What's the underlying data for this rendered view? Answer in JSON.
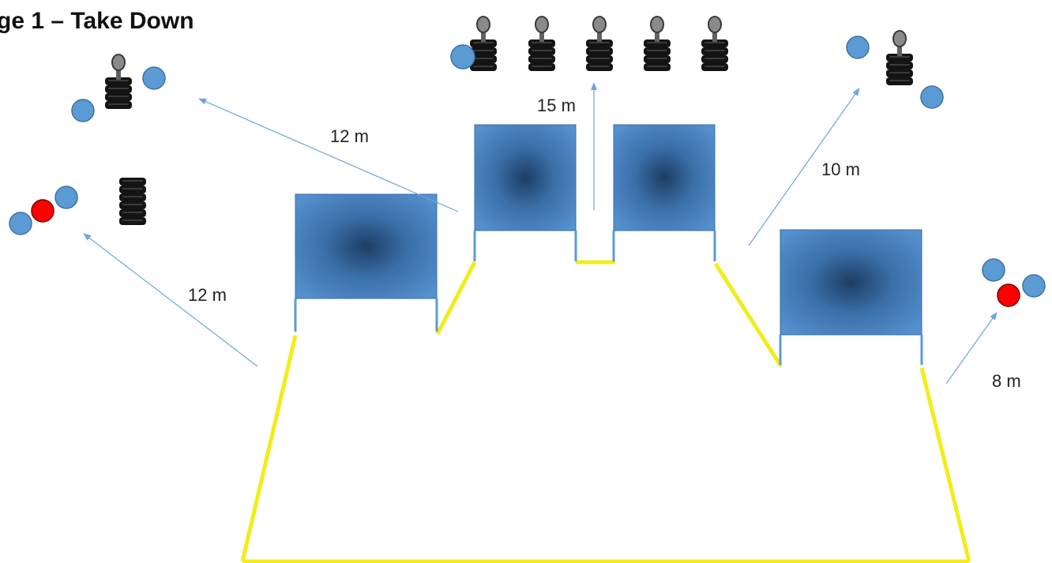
{
  "stage": {
    "title": "ge 1 – Take Down"
  },
  "distances": {
    "left_upper": "12 m",
    "left_lower": "12 m",
    "center": "15 m",
    "right_upper": "10 m",
    "right_lower": "8 m"
  },
  "legend_colors": {
    "barrier": "#4f88c6",
    "fault_line": "#f2ec1a",
    "arrow": "#6fa5d8",
    "no_shoot": "#ff0000",
    "shoot_target": "#5b9bd5",
    "tire": "#151515",
    "popper": "#8a8a8a"
  },
  "icons": {
    "target": "circle-target-icon",
    "no_shoot": "red-no-shoot-icon",
    "tire_stack": "tire-stack-icon",
    "popper": "popper-steel-icon"
  }
}
